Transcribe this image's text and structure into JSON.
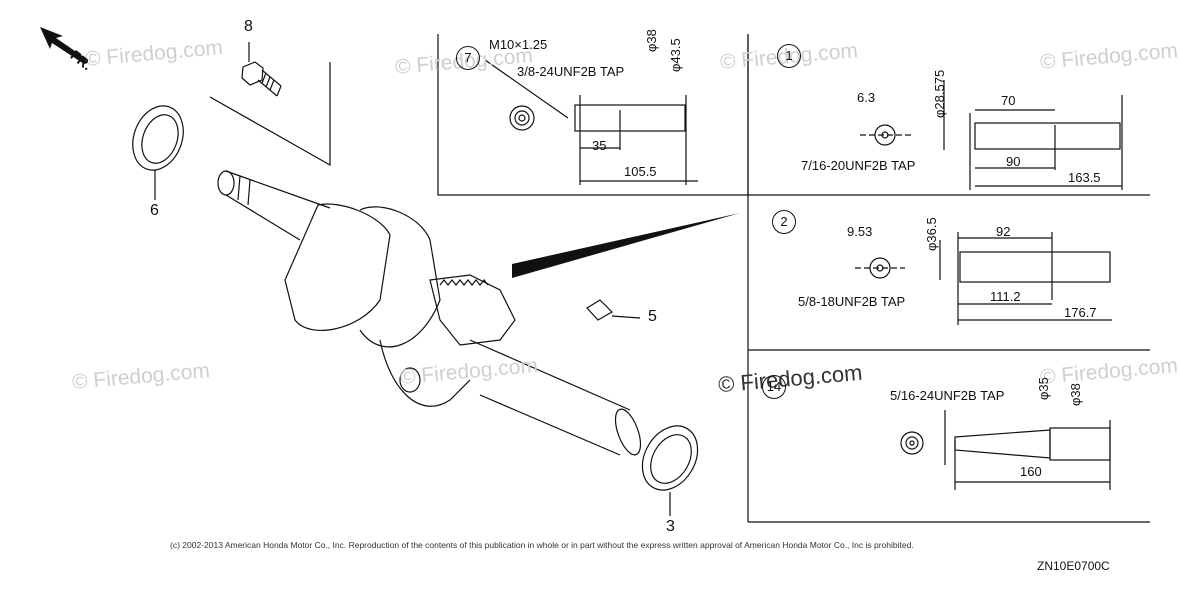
{
  "diagram": {
    "direction_label": "FR.",
    "parts": [
      {
        "ref": "8",
        "name": "bolt"
      },
      {
        "ref": "6",
        "name": "oil seal"
      },
      {
        "ref": "5",
        "name": "key"
      },
      {
        "ref": "3",
        "name": "oil seal"
      }
    ],
    "details": [
      {
        "type": "7",
        "tap": "3/8-24UNF2B TAP",
        "thread": "M10×1.25",
        "dims": [
          "φ38",
          "φ43.5",
          "35",
          "105.5"
        ]
      },
      {
        "type": "1",
        "tap": "7/16-20UNF2B TAP",
        "dims": [
          "6.3",
          "φ28.575",
          "70",
          "90",
          "163.5"
        ]
      },
      {
        "type": "2",
        "tap": "5/8-18UNF2B TAP",
        "dims": [
          "9.53",
          "φ36.5",
          "92",
          "111.2",
          "176.7"
        ]
      },
      {
        "type": "14",
        "tap": "5/16-24UNF2B TAP",
        "dims": [
          "φ35",
          "φ38",
          "160"
        ]
      }
    ],
    "watermark": "© Firedog.com",
    "copyright": "(c) 2002-2013 American Honda Motor Co., Inc. Reproduction of the contents of this publication in whole or in part without the express written approval of American Honda Motor Co., Inc is prohibited.",
    "diagram_code": "ZN10E0700C"
  }
}
